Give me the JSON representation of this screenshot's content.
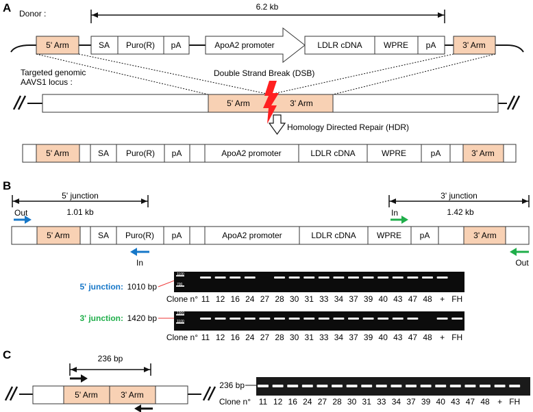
{
  "panels": {
    "a": "A",
    "b": "B",
    "c": "C"
  },
  "colors": {
    "arm": "#f8d1b4",
    "dsb": "#ff2020",
    "blue": "#1677c8",
    "green": "#1fae4a",
    "gel": "#0c0c0c",
    "band": "#f2f2f2"
  },
  "panel_a": {
    "donor_label": "Donor :",
    "size": "6.2 kb",
    "donor": {
      "arm5": "5' Arm",
      "sa": "SA",
      "puro": "Puro(R)",
      "pa1": "pA",
      "promoter": "ApoA2 promoter",
      "ldlr": "LDLR cDNA",
      "wpre": "WPRE",
      "pa2": "pA",
      "arm3": "3' Arm"
    },
    "genomic_label1": "Targeted genomic",
    "genomic_label2": "AAVS1 locus :",
    "dsb": "Double Strand Break (DSB)",
    "genomic": {
      "arm5": "5' Arm",
      "arm3": "3' Arm"
    },
    "hdr": "Homology Directed Repair (HDR)",
    "result": {
      "arm5": "5' Arm",
      "sa": "SA",
      "puro": "Puro(R)",
      "pa1": "pA",
      "promoter": "ApoA2 promoter",
      "ldlr": "LDLR cDNA",
      "wpre": "WPRE",
      "pa2": "pA",
      "arm3": "3' Arm"
    }
  },
  "panel_b": {
    "junction5": "5' junction",
    "size5": "1.01 kb",
    "junction3": "3' junction",
    "size3": "1.42 kb",
    "out_left": "Out",
    "in_left": "In",
    "in_right": "In",
    "out_right": "Out",
    "construct": {
      "arm5": "5' Arm",
      "sa": "SA",
      "puro": "Puro(R)",
      "pa1": "pA",
      "promoter": "ApoA2 promoter",
      "ldlr": "LDLR cDNA",
      "wpre": "WPRE",
      "pa2": "pA",
      "arm3": "3' Arm"
    },
    "gel5": {
      "label": "5' junction:",
      "bp": "1010 bp",
      "ladder_top": "1100",
      "ladder_bottom": "700"
    },
    "gel3": {
      "label": "3' junction:",
      "bp": "1420 bp",
      "ladder_top": "1900",
      "ladder_bottom": "1100"
    },
    "clone_label": "Clone n°",
    "lanes": [
      "11",
      "12",
      "16",
      "24",
      "27",
      "28",
      "30",
      "31",
      "33",
      "34",
      "37",
      "39",
      "40",
      "43",
      "47",
      "48",
      "+",
      "FH"
    ],
    "gel5_band_presence": [
      1,
      1,
      1,
      1,
      0,
      1,
      1,
      1,
      1,
      1,
      1,
      1,
      1,
      1,
      1,
      1,
      1,
      0
    ],
    "gel3_band_presence": [
      1,
      1,
      1,
      1,
      1,
      1,
      1,
      1,
      1,
      1,
      1,
      1,
      1,
      1,
      1,
      0,
      1,
      1
    ]
  },
  "panel_c": {
    "size": "236 bp",
    "arm5": "5' Arm",
    "arm3": "3' Arm",
    "gel_bp": "236 bp",
    "clone_label": "Clone n°",
    "lanes": [
      "11",
      "12",
      "16",
      "24",
      "27",
      "28",
      "30",
      "31",
      "33",
      "34",
      "37",
      "39",
      "40",
      "43",
      "47",
      "48",
      "+",
      "FH"
    ]
  }
}
